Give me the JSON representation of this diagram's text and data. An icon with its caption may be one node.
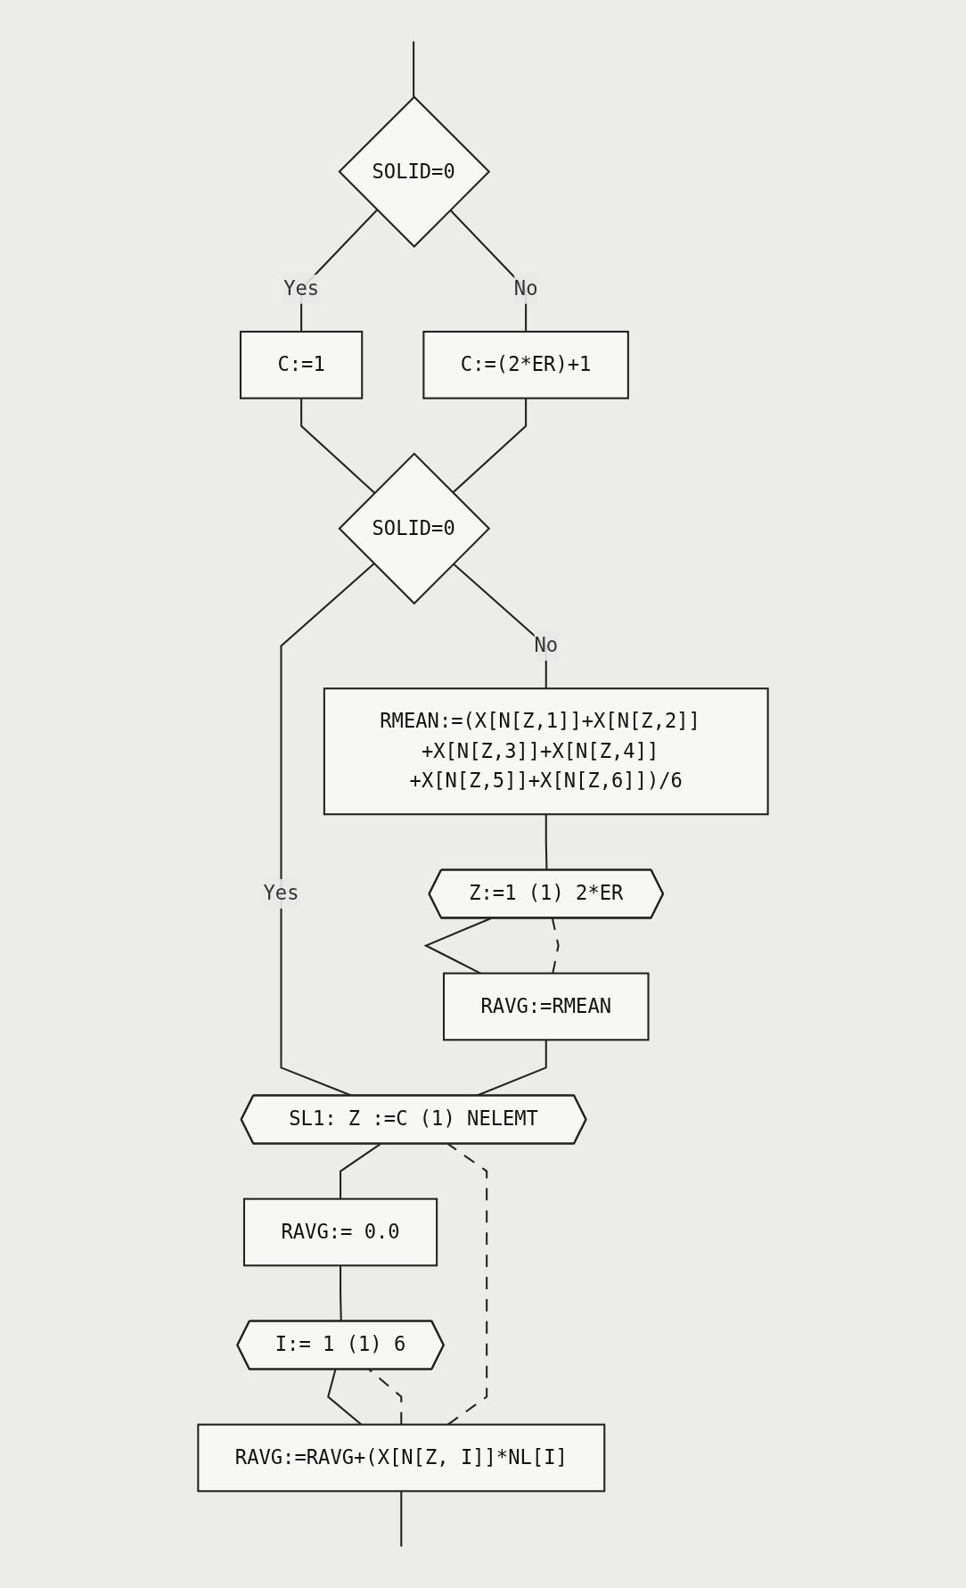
{
  "diagram": {
    "nodes": [
      {
        "text": [
          "SOLID=0"
        ]
      },
      {
        "text": [
          "C:=1"
        ]
      },
      {
        "text": [
          "C:=(2*ER)+1"
        ]
      },
      {
        "text": [
          "SOLID=0"
        ]
      },
      {
        "text": [
          "RMEAN:=(X[N[Z,1]]+X[N[Z,2]] +X[N[Z,3]]+X[N[Z,4]] +X[N[Z,5]]+X[N[Z,6]])/6"
        ]
      },
      {
        "text": [
          "Z:=1 (1) 2*ER"
        ]
      },
      {
        "text": [
          "RAVG:=RMEAN"
        ]
      },
      {
        "text": [
          "SL1: Z :=C (1) NELEMT"
        ]
      },
      {
        "text": [
          "RAVG:= 0.0"
        ]
      },
      {
        "text": [
          "I:= 1 (1) 6"
        ]
      },
      {
        "text": [
          "RAVG:=RAVG+(X[N[Z, I]]*NL[I]"
        ]
      }
    ],
    "edges": [
      {
        "from": null,
        "to": 0,
        "arrow": "none"
      },
      {
        "from": 0,
        "to": 1,
        "label": "Yes",
        "arrow": "none"
      },
      {
        "from": 0,
        "to": 2,
        "label": "No",
        "arrow": "none"
      },
      {
        "from": 1,
        "to": 3,
        "arrow": "none"
      },
      {
        "from": 2,
        "to": 3,
        "arrow": "none"
      },
      {
        "from": 3,
        "to": 7,
        "label": "Yes",
        "arrow": "none"
      },
      {
        "from": 3,
        "to": 4,
        "label": "No",
        "arrow": "none"
      },
      {
        "from": 4,
        "to": 5,
        "arrow": "none"
      },
      {
        "from": 5,
        "to": 6,
        "arrow": "none"
      },
      {
        "from": 6,
        "to": 5,
        "arrow": "none",
        "style": "dashed"
      },
      {
        "from": 6,
        "to": 7,
        "arrow": "none"
      },
      {
        "from": 7,
        "to": 8,
        "arrow": "none"
      },
      {
        "from": 8,
        "to": 9,
        "arrow": "none"
      },
      {
        "from": 9,
        "to": 10,
        "arrow": "none"
      },
      {
        "from": 10,
        "to": 9,
        "arrow": "none",
        "style": "dashed"
      },
      {
        "from": 10,
        "to": 7,
        "arrow": "none",
        "style": "dashed"
      },
      {
        "from": 10,
        "to": null,
        "arrow": "none"
      }
    ]
  }
}
